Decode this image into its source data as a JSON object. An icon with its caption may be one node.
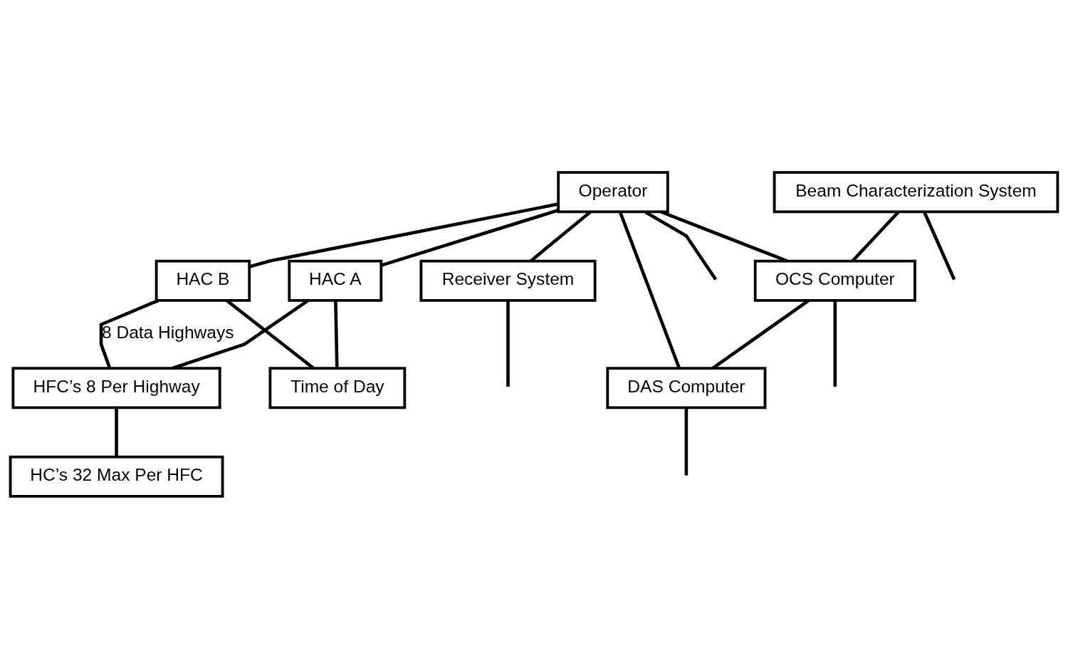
{
  "diagram": {
    "nodes": [
      {
        "text": [
          "Operator"
        ]
      },
      {
        "text": [
          "HAC A"
        ]
      },
      {
        "text": [
          "HAC B"
        ]
      },
      {
        "text": [
          "Time of Day"
        ]
      },
      {
        "text": [
          "HFC’s 8 Per Highway"
        ]
      },
      {
        "text": [
          "HC’s 32 Max Per HFC"
        ]
      },
      {
        "text": [
          "Beam Characterization System"
        ]
      },
      {
        "text": [
          "OCS Computer"
        ]
      },
      {
        "text": [
          "DAS Computer"
        ]
      },
      {
        "text": [
          "Receiver System"
        ]
      }
    ],
    "edges": [
      {
        "from": 0,
        "to": 1,
        "arrow": "none"
      },
      {
        "from": 0,
        "to": 2,
        "arrow": "none"
      },
      {
        "from": 0,
        "to": 7,
        "arrow": "none"
      },
      {
        "from": 0,
        "to": 8,
        "arrow": "none"
      },
      {
        "from": 0,
        "to": 9,
        "arrow": "none"
      },
      {
        "from": 0,
        "to": null,
        "arrow": "none"
      },
      {
        "from": 1,
        "to": 3,
        "arrow": "none"
      },
      {
        "from": 2,
        "to": 3,
        "arrow": "none"
      },
      {
        "from": 1,
        "to": 4,
        "arrow": "none"
      },
      {
        "from": 2,
        "to": 4,
        "arrow": "none",
        "label": "8 Data Highways"
      },
      {
        "from": 4,
        "to": 5,
        "arrow": "none"
      },
      {
        "from": 6,
        "to": 7,
        "arrow": "none"
      },
      {
        "from": 7,
        "to": 8,
        "arrow": "none"
      },
      {
        "from": 6,
        "to": null,
        "arrow": "none"
      },
      {
        "from": 7,
        "to": null,
        "arrow": "none"
      },
      {
        "from": 8,
        "to": null,
        "arrow": "none"
      },
      {
        "from": 9,
        "to": null,
        "arrow": "none"
      }
    ]
  }
}
